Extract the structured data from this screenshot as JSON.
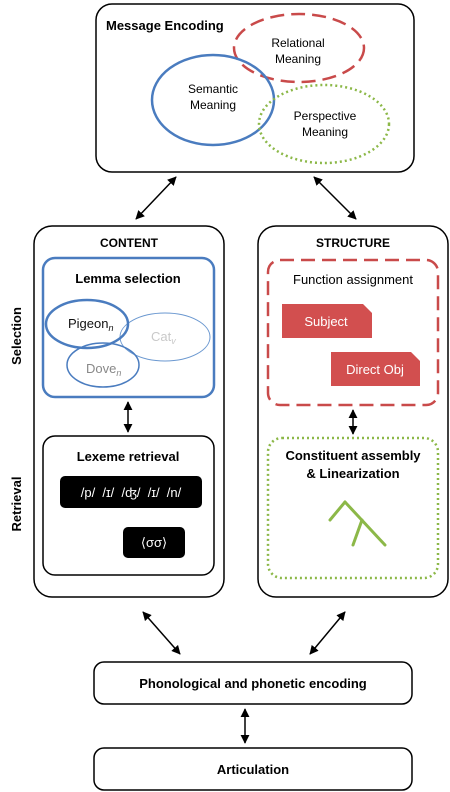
{
  "message_encoding": {
    "title": "Message Encoding",
    "relational": [
      "Relational",
      "Meaning"
    ],
    "semantic": [
      "Semantic",
      "Meaning"
    ],
    "perspective": [
      "Perspective",
      "Meaning"
    ]
  },
  "side_labels": {
    "selection": "Selection",
    "retrieval": "Retrieval"
  },
  "content": {
    "title": "CONTENT",
    "lemma_title": "Lemma selection",
    "pigeon": "Pigeon",
    "pigeon_sub": "n",
    "cat": "Cat",
    "cat_sub": "v",
    "dove": "Dove",
    "dove_sub": "n",
    "lexeme_title": "Lexeme retrieval",
    "phonemes": "/p/  /ɪ/  /ʤ/  /ɪ/  /n/",
    "syllables": "⟨σσ⟩"
  },
  "structure": {
    "title": "STRUCTURE",
    "function_title": "Function assignment",
    "subject": "Subject",
    "direct_obj": "Direct Obj",
    "constituent_title": [
      "Constituent assembly",
      "& Linearization"
    ]
  },
  "phonological": "Phonological and phonetic encoding",
  "articulation": "Articulation",
  "colors": {
    "blue": "#4a7cbf",
    "red": "#c94a4a",
    "green": "#8cb848",
    "black": "#000000"
  }
}
